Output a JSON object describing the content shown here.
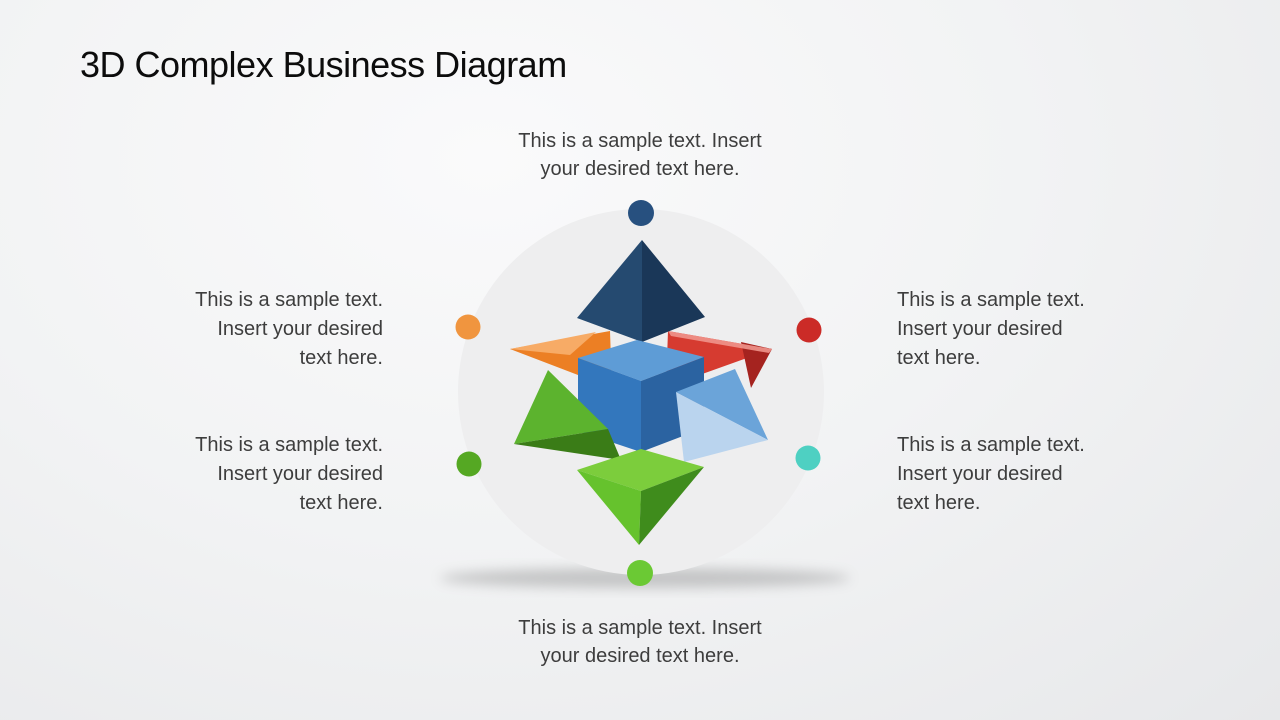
{
  "slide": {
    "title": "3D Complex Business Diagram"
  },
  "labels": {
    "top": {
      "line1": "This is a sample text. Insert",
      "line2": "your desired text here."
    },
    "bottom": {
      "line1": "This is a sample text. Insert",
      "line2": "your desired text here."
    },
    "upper_left": {
      "line1": "This is a sample text.",
      "line2": "Insert your desired",
      "line3": "text here."
    },
    "lower_left": {
      "line1": "This is a sample text.",
      "line2": "Insert your desired",
      "line3": "text here."
    },
    "upper_right": {
      "line1": "This is a sample text.",
      "line2": "Insert your desired",
      "line3": "text here."
    },
    "lower_right": {
      "line1": "This is a sample text.",
      "line2": "Insert your desired",
      "line3": "text here."
    }
  },
  "diagram": {
    "colors": {
      "circle": "#eeeeef",
      "shadow": "#6b6b6b",
      "navy_pyramid_left": "#254a70",
      "navy_pyramid_right": "#1a3758",
      "orange_pyramid_main": "#ec7f24",
      "orange_pyramid_light": "#f7ab66",
      "red_pyramid_main": "#d63b30",
      "red_pyramid_dark": "#a5231f",
      "red_pyramid_highlight": "#ef958c",
      "cube_top": "#5e9cd6",
      "cube_left": "#3377bd",
      "cube_right": "#2b63a1",
      "green_pyramid_top": "#5cb32e",
      "green_pyramid_dark": "#3a7c17",
      "lightblue_pyramid_top": "#6ba4d9",
      "lightblue_pyramid_light": "#bad4ee",
      "lime_pyramid_top": "#7ccd3c",
      "lime_pyramid_left": "#66c22d",
      "lime_pyramid_right": "#3f8c1c"
    },
    "dots": {
      "top": "#27507f",
      "upper_left": "#f0953f",
      "upper_right": "#cb2b27",
      "lower_left": "#55a823",
      "lower_right": "#4ed0c2",
      "bottom": "#6bc934"
    }
  }
}
